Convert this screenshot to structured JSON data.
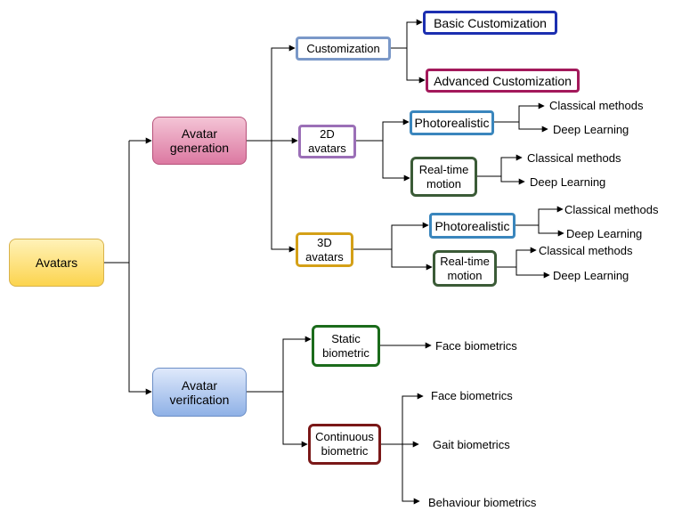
{
  "nodes": {
    "avatars": "Avatars",
    "avatar_generation": "Avatar\ngeneration",
    "avatar_verification": "Avatar\nverification",
    "customization": "Customization",
    "basic_customization": "Basic Customization",
    "advanced_customization": "Advanced Customization",
    "avatars_2d": "2D\navatars",
    "avatars_3d": "3D\navatars",
    "photorealistic_2d": "Photorealistic",
    "realtime_2d": "Real-time\nmotion",
    "photorealistic_3d": "Photorealistic",
    "realtime_3d": "Real-time\nmotion",
    "static_biometric": "Static\nbiometric",
    "continuous_biometric": "Continuous\nbiometric"
  },
  "leaves": {
    "photo2d_classical": "Classical methods",
    "photo2d_deep": "Deep Learning",
    "rt2d_classical": "Classical methods",
    "rt2d_deep": "Deep Learning",
    "photo3d_classical": "Classical methods",
    "photo3d_deep": "Deep Learning",
    "rt3d_classical": "Classical methods",
    "rt3d_deep": "Deep Learning",
    "static_face": "Face biometrics",
    "cont_face": "Face biometrics",
    "cont_gait": "Gait biometrics",
    "cont_behaviour": "Behaviour biometrics"
  }
}
